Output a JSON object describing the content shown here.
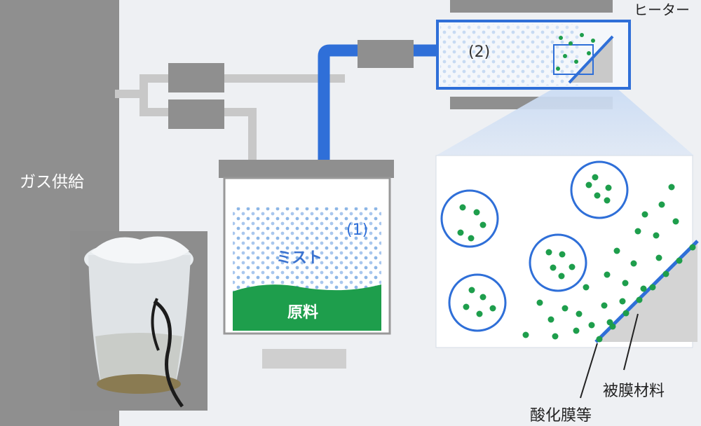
{
  "labels": {
    "gas_supply": "ガス供給",
    "heater": "ヒーター",
    "mist": "ミスト",
    "raw_material": "原料",
    "step1": "(1)",
    "step2": "(2)",
    "oxide_film": "酸化膜等",
    "coating_material": "被膜材料"
  },
  "colors": {
    "background": "#eef0f3",
    "gas_block": "#8f8f8f",
    "pipe_gray": "#c8c8c8",
    "pipe_blue": "#2f6fd8",
    "frame_blue": "#2f6fd8",
    "liquid_green": "#1e9e4c",
    "mist_blue": "#7aa9e0"
  },
  "icons": {
    "photo": "mist-beaker-photo"
  }
}
